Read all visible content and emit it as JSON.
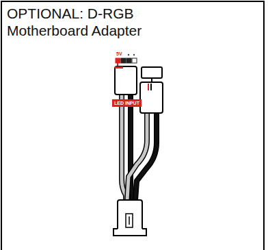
{
  "diagram": {
    "title": "OPTIONAL: D-RGB Motherboard Adapter",
    "labels": [
      "5V",
      "LED INPUT"
    ]
  }
}
